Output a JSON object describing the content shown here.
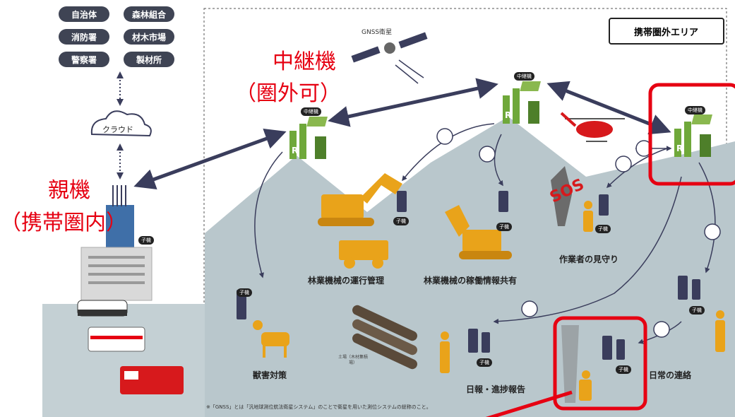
{
  "agencies": [
    "自治体",
    "森林組合",
    "消防署",
    "材木市場",
    "警察署",
    "製材所"
  ],
  "cloud_label": "クラウド",
  "legend_text": "携帯圏外エリア",
  "satellite_label": "GNSS衛星",
  "relay_badge": "中継機",
  "child_badge": "子機",
  "parent_badge": "子機",
  "sos_text": "SOS",
  "log_label": "土場（木材集積場）",
  "use_cases": {
    "operation": "林業機械の運行管理",
    "sharing": "林業機械の稼働情報共有",
    "watch": "作業者の見守り",
    "wildlife": "獣害対策",
    "daily_report": "日報・進捗報告",
    "daily_contact": "日常の連絡"
  },
  "annotations": {
    "relay_line1": "中継機",
    "relay_line2": "（圏外可）",
    "parent_line1": "親機",
    "parent_line2": "（携帯圏内）"
  },
  "footnote": "※「GNSS」とは「汎地球測位航法衛星システム」のことで衛星を用いた測位システムの総称のこと。",
  "colors": {
    "mountain": "#b9c7cc",
    "ground": "#c4d0d4",
    "arrow": "#3a3d5c",
    "machine": "#e9a31a",
    "antenna_green": "#6fa83a",
    "highlight": "#e60012"
  }
}
